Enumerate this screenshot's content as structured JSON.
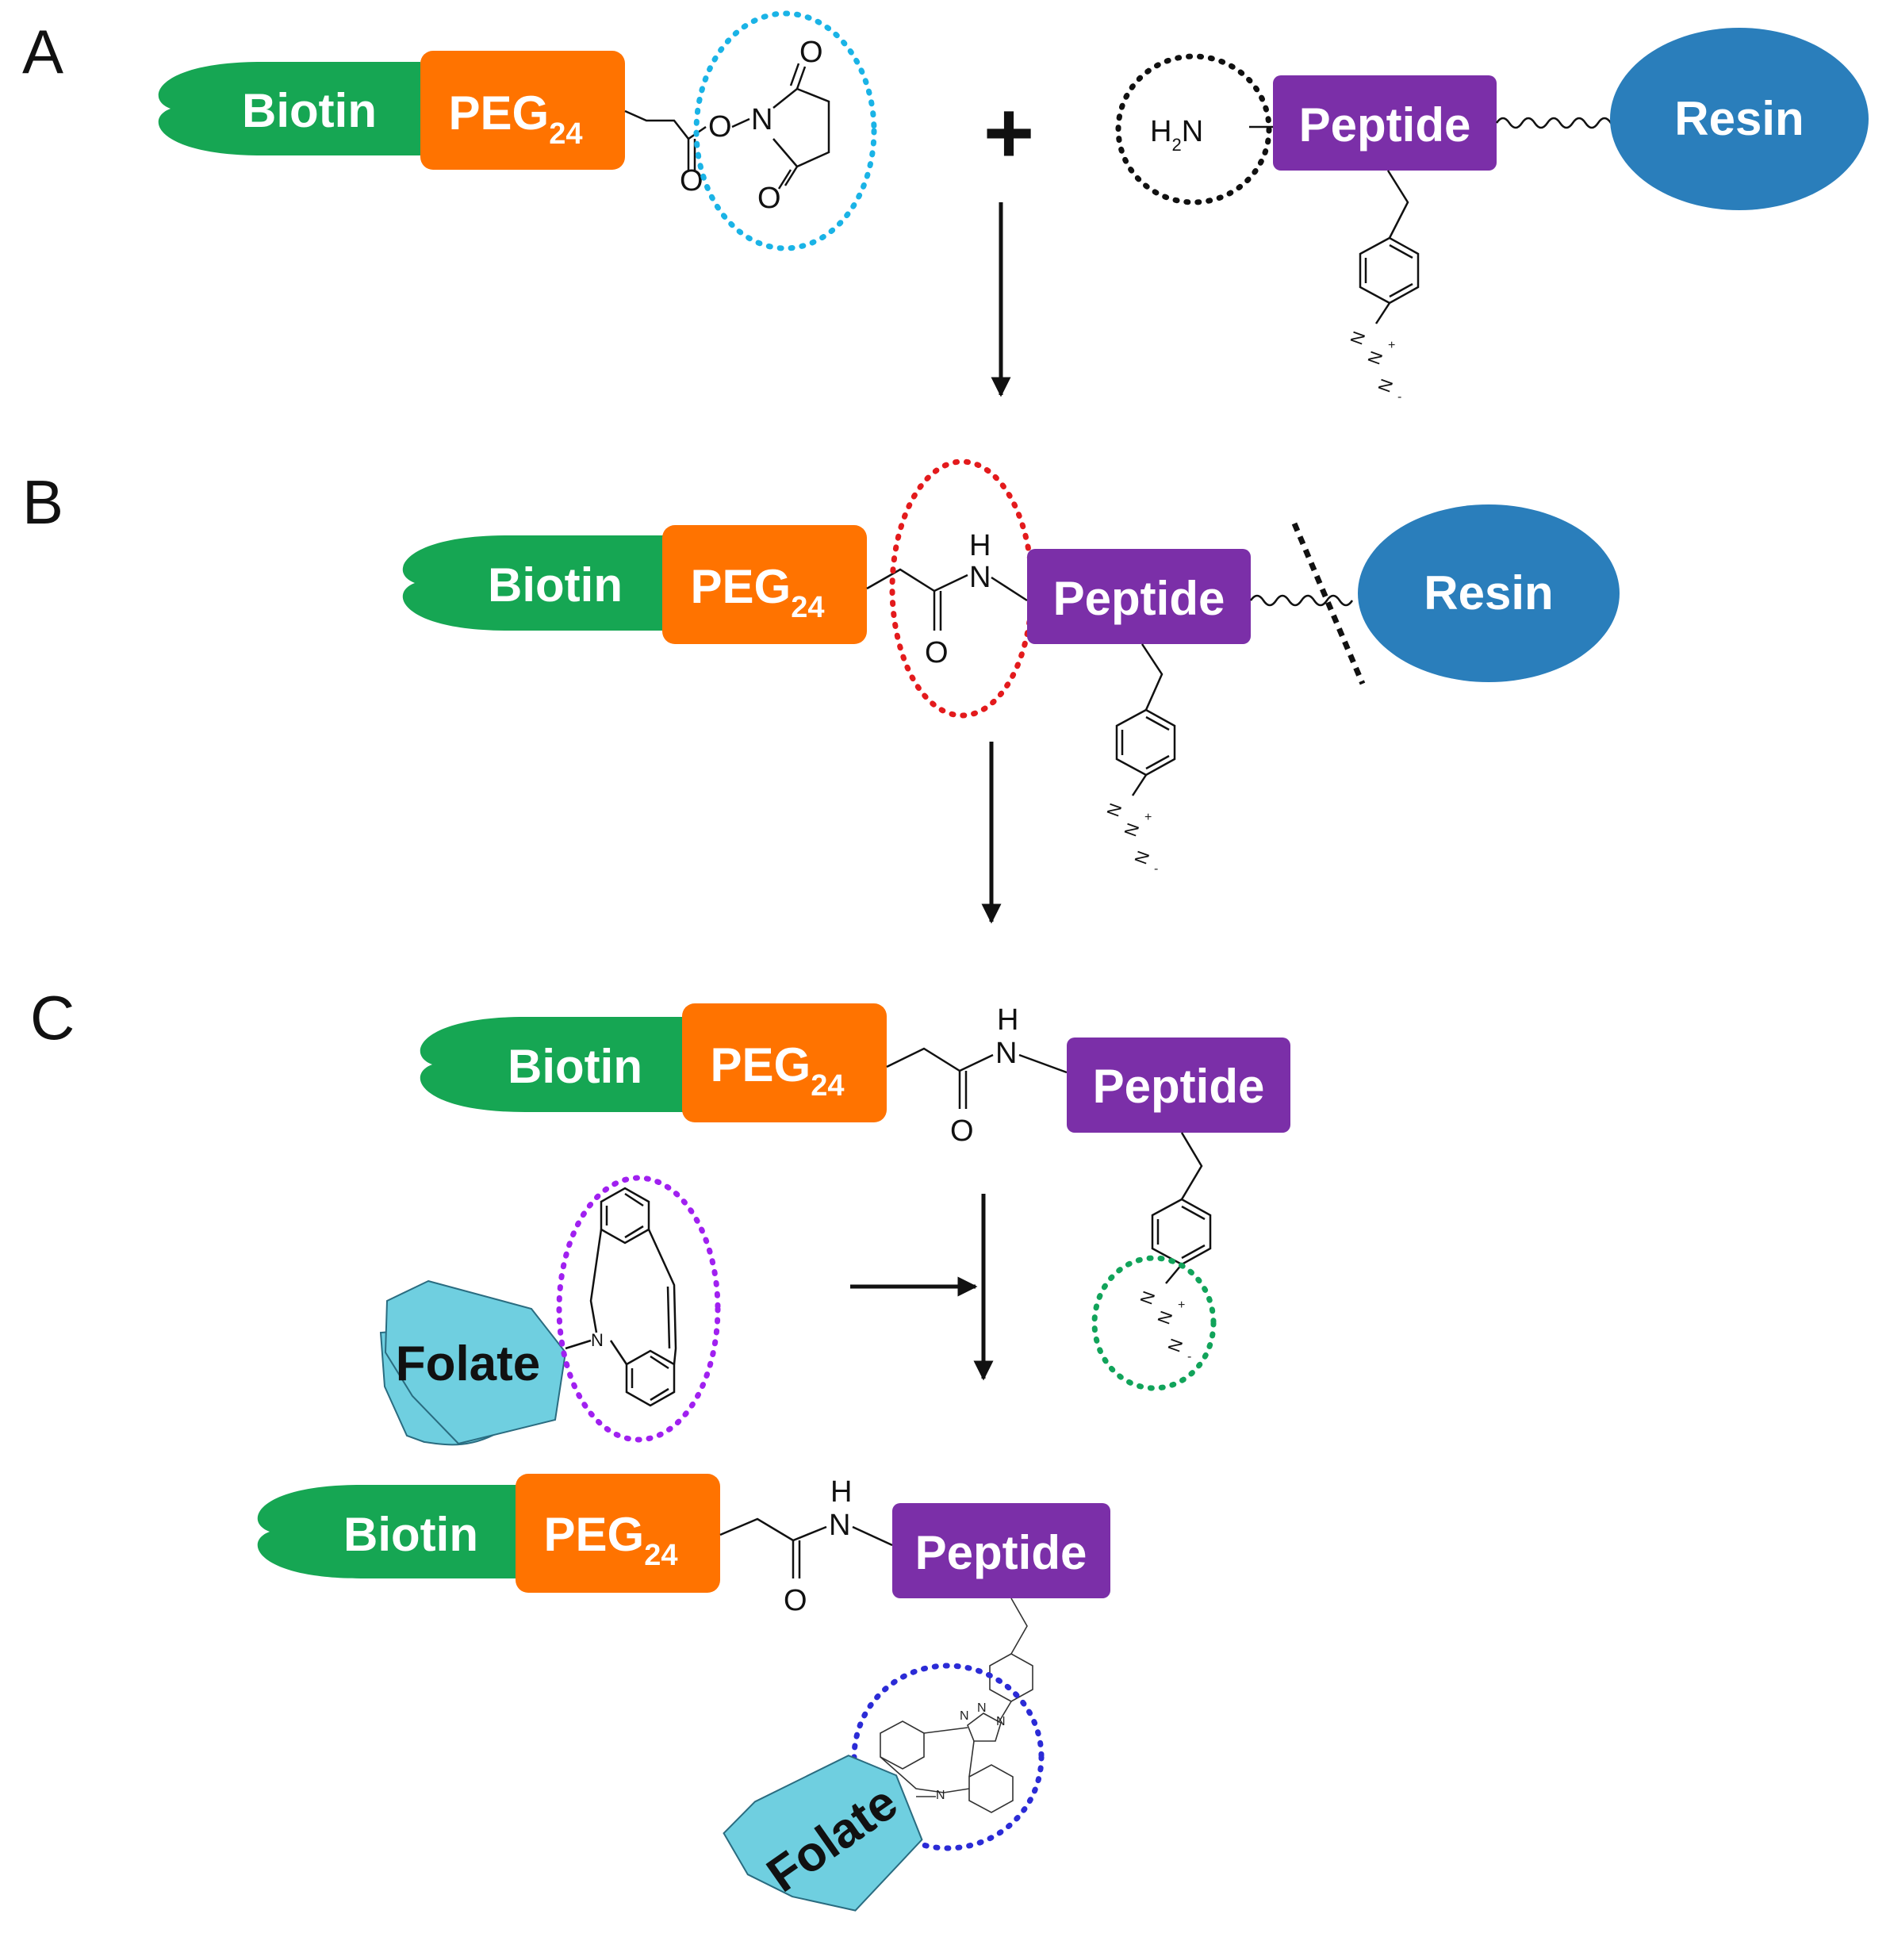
{
  "panels": {
    "a": "A",
    "b": "B",
    "c": "C"
  },
  "blocks": {
    "biotin": "Biotin",
    "peg": "PEG",
    "peg_subscript": "24",
    "peptide": "Peptide",
    "resin": "Resin",
    "folate": "Folate"
  },
  "symbols": {
    "plus": "+"
  },
  "atoms": {
    "oxygen": "O",
    "nitrogen": "N",
    "hydrogen": "H",
    "amine_h": "H",
    "amine_2": "2",
    "amine_n": "N",
    "plus_charge": "+",
    "minus_charge": "-"
  },
  "colors": {
    "biotin": "#16a653",
    "peg": "#ff7300",
    "peptide": "#7b2fa8",
    "resin": "#2a7ebb",
    "folate": "#6fcfe0",
    "nhs_highlight": "#1ab3e6",
    "amine_highlight": "#111111",
    "amide_highlight": "#e31a1c",
    "dbco_highlight": "#a020f0",
    "azide_highlight": "#11a35a",
    "triazole_highlight": "#2b2bd6"
  }
}
